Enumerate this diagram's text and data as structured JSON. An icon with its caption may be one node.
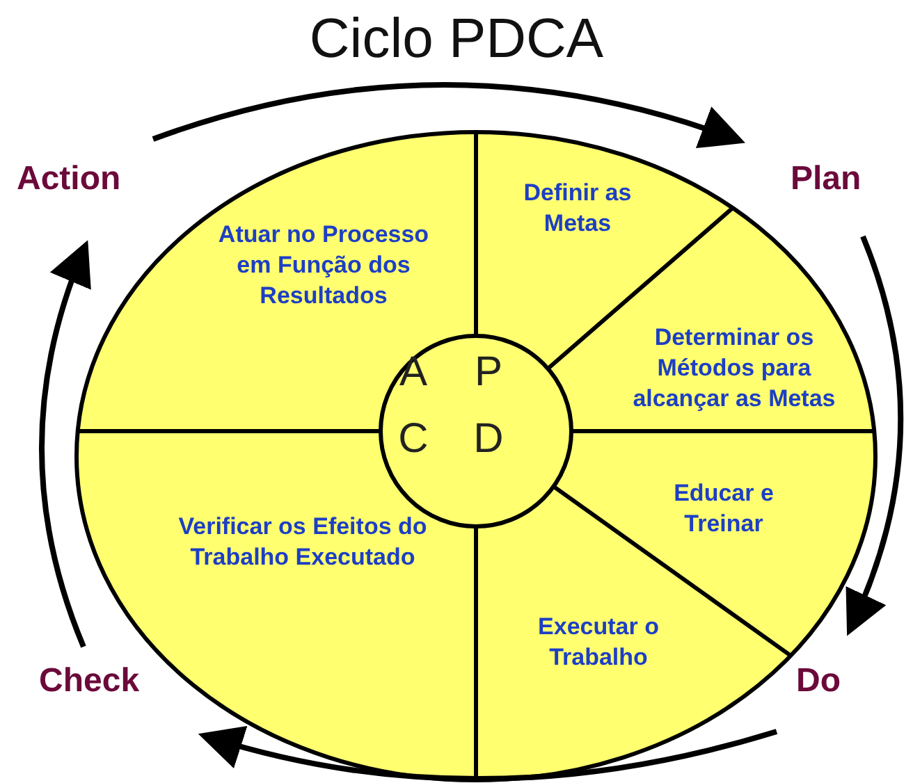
{
  "diagram": {
    "title": "Ciclo PDCA",
    "nodes": [
      {
        "text": [
          "Action"
        ]
      },
      {
        "text": [
          "Plan"
        ]
      },
      {
        "text": [
          "Definir as Metas"
        ]
      },
      {
        "text": [
          "Atuar no Processo em Função dos Resultados"
        ]
      },
      {
        "text": [
          "Determinar os Métodos para alcançar as Metas"
        ]
      },
      {
        "text": [
          "A",
          "P",
          "C",
          "D"
        ]
      },
      {
        "text": [
          "Educar e Treinar"
        ]
      },
      {
        "text": [
          "Verificar os Efeitos do Trabalho Executado"
        ]
      },
      {
        "text": [
          "Executar o Trabalho"
        ]
      },
      {
        "text": [
          "Check"
        ]
      },
      {
        "text": [
          "Do"
        ]
      }
    ],
    "edges": [
      {
        "from": 0,
        "to": 1,
        "arrow": "to"
      },
      {
        "from": 1,
        "to": 10,
        "arrow": "to"
      },
      {
        "from": 10,
        "to": 9,
        "arrow": "to"
      },
      {
        "from": 9,
        "to": 0,
        "arrow": "to"
      }
    ]
  }
}
